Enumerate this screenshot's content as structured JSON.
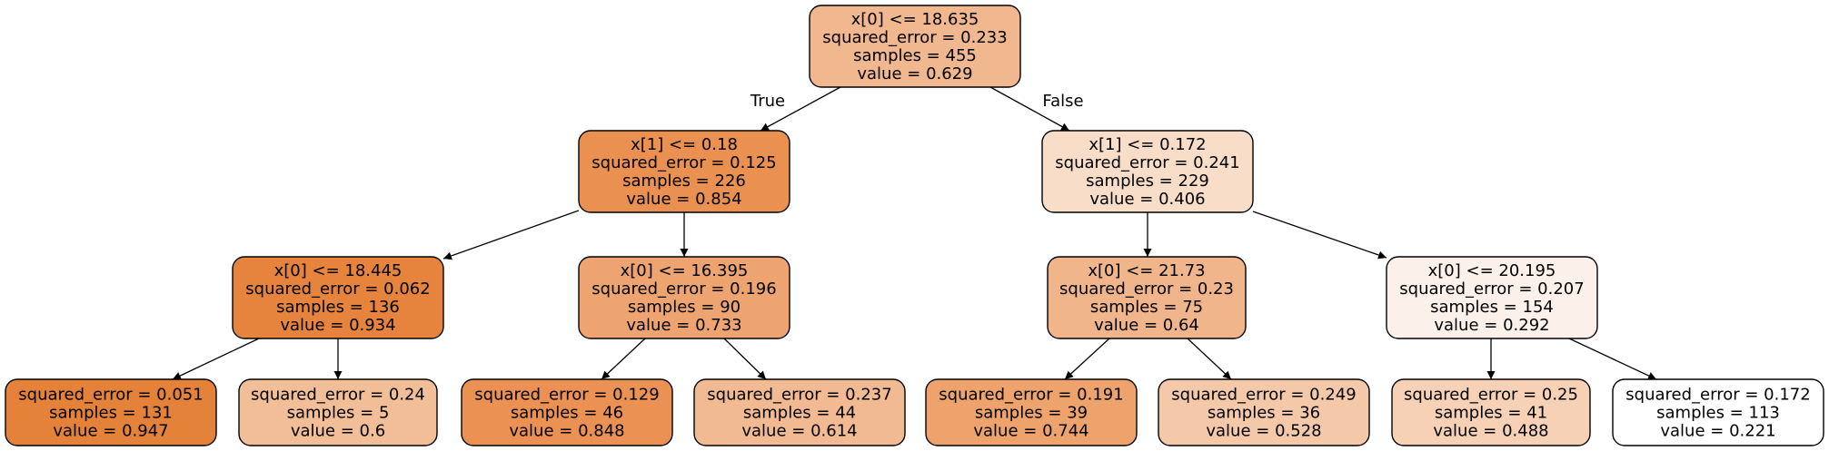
{
  "tree": {
    "nodes": [
      {
        "id": "n0",
        "lines": [
          "x[0] <= 18.635",
          "squared_error = 0.233",
          "samples = 455",
          "value = 0.629"
        ],
        "fill": "#f1b78e"
      },
      {
        "id": "n1",
        "lines": [
          "x[1] <= 0.18",
          "squared_error = 0.125",
          "samples = 226",
          "value = 0.854"
        ],
        "fill": "#ea9050"
      },
      {
        "id": "n2",
        "lines": [
          "x[0] <= 18.445",
          "squared_error = 0.062",
          "samples = 136",
          "value = 0.934"
        ],
        "fill": "#e6843e"
      },
      {
        "id": "n3",
        "lines": [
          "squared_error = 0.051",
          "samples = 131",
          "value = 0.947"
        ],
        "fill": "#e5823a"
      },
      {
        "id": "n4",
        "lines": [
          "squared_error = 0.24",
          "samples = 5",
          "value = 0.6"
        ],
        "fill": "#f2be98"
      },
      {
        "id": "n5",
        "lines": [
          "x[0] <= 16.395",
          "squared_error = 0.196",
          "samples = 90",
          "value = 0.733"
        ],
        "fill": "#eea470"
      },
      {
        "id": "n6",
        "lines": [
          "squared_error = 0.129",
          "samples = 46",
          "value = 0.848"
        ],
        "fill": "#ea9153"
      },
      {
        "id": "n7",
        "lines": [
          "squared_error = 0.237",
          "samples = 44",
          "value = 0.614"
        ],
        "fill": "#f2ba92"
      },
      {
        "id": "n8",
        "lines": [
          "x[1] <= 0.172",
          "squared_error = 0.241",
          "samples = 229",
          "value = 0.406"
        ],
        "fill": "#f8ddc9"
      },
      {
        "id": "n9",
        "lines": [
          "x[0] <= 21.73",
          "squared_error = 0.23",
          "samples = 75",
          "value = 0.64"
        ],
        "fill": "#f1b58b"
      },
      {
        "id": "n10",
        "lines": [
          "squared_error = 0.191",
          "samples = 39",
          "value = 0.744"
        ],
        "fill": "#eea36c"
      },
      {
        "id": "n11",
        "lines": [
          "squared_error = 0.249",
          "samples = 36",
          "value = 0.528"
        ],
        "fill": "#f4c9aa"
      },
      {
        "id": "n12",
        "lines": [
          "x[0] <= 20.195",
          "squared_error = 0.207",
          "samples = 154",
          "value = 0.292"
        ],
        "fill": "#fcf1ea"
      },
      {
        "id": "n13",
        "lines": [
          "squared_error = 0.25",
          "samples = 41",
          "value = 0.488"
        ],
        "fill": "#f6d1b6"
      },
      {
        "id": "n14",
        "lines": [
          "squared_error = 0.172",
          "samples = 113",
          "value = 0.221"
        ],
        "fill": "#ffffff"
      }
    ],
    "edges": [
      {
        "from": "n0",
        "to": "n1",
        "label": "True"
      },
      {
        "from": "n0",
        "to": "n8",
        "label": "False"
      },
      {
        "from": "n1",
        "to": "n2"
      },
      {
        "from": "n1",
        "to": "n5"
      },
      {
        "from": "n2",
        "to": "n3"
      },
      {
        "from": "n2",
        "to": "n4"
      },
      {
        "from": "n5",
        "to": "n6"
      },
      {
        "from": "n5",
        "to": "n7"
      },
      {
        "from": "n8",
        "to": "n9"
      },
      {
        "from": "n8",
        "to": "n12"
      },
      {
        "from": "n9",
        "to": "n10"
      },
      {
        "from": "n9",
        "to": "n11"
      },
      {
        "from": "n12",
        "to": "n13"
      },
      {
        "from": "n12",
        "to": "n14"
      }
    ]
  }
}
